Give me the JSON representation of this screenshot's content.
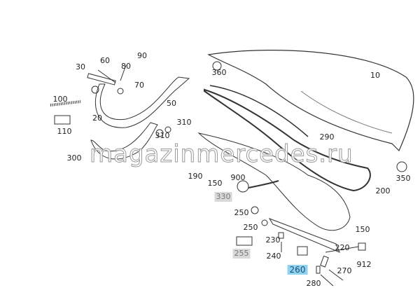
{
  "watermark": "magazinmercedes.ru",
  "part_labels": [
    {
      "text": "60",
      "style": "plain"
    },
    {
      "text": "90",
      "style": "plain"
    },
    {
      "text": "30",
      "style": "plain"
    },
    {
      "text": "80",
      "style": "plain"
    },
    {
      "text": "70",
      "style": "plain"
    },
    {
      "text": "100",
      "style": "plain"
    },
    {
      "text": "50",
      "style": "plain"
    },
    {
      "text": "20",
      "style": "plain"
    },
    {
      "text": "110",
      "style": "plain"
    },
    {
      "text": "310",
      "style": "plain"
    },
    {
      "text": "310",
      "style": "plain"
    },
    {
      "text": "300",
      "style": "plain"
    },
    {
      "text": "360",
      "style": "plain"
    },
    {
      "text": "10",
      "style": "plain"
    },
    {
      "text": "290",
      "style": "plain"
    },
    {
      "text": "190",
      "style": "plain"
    },
    {
      "text": "150",
      "style": "plain"
    },
    {
      "text": "900",
      "style": "plain"
    },
    {
      "text": "330",
      "style": "gray"
    },
    {
      "text": "350",
      "style": "plain"
    },
    {
      "text": "200",
      "style": "plain"
    },
    {
      "text": "250",
      "style": "plain"
    },
    {
      "text": "250",
      "style": "plain"
    },
    {
      "text": "255",
      "style": "gray"
    },
    {
      "text": "230",
      "style": "plain"
    },
    {
      "text": "240",
      "style": "plain"
    },
    {
      "text": "260",
      "style": "highlighted"
    },
    {
      "text": "220",
      "style": "plain"
    },
    {
      "text": "912",
      "style": "plain"
    },
    {
      "text": "270",
      "style": "plain"
    },
    {
      "text": "280",
      "style": "plain"
    },
    {
      "text": "150",
      "style": "plain"
    }
  ],
  "colors": {
    "line": "#333333",
    "highlight": "#8fd3ef",
    "gray_box": "#d9d9d9"
  }
}
